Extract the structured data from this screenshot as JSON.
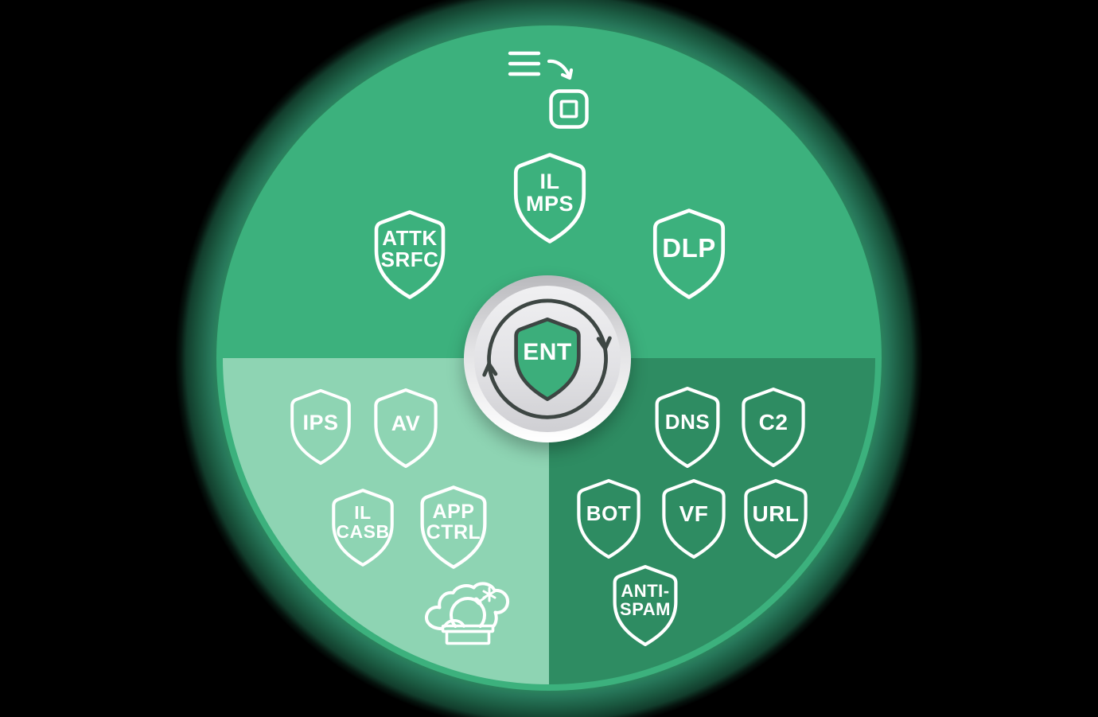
{
  "wheel": {
    "center": {
      "label": "ENT"
    },
    "sections": {
      "top": {
        "color": "#3cb17d",
        "shields": {
          "attk_srfc": "ATTK\nSRFC",
          "il_mps": "IL\nMPS",
          "dlp": "DLP"
        }
      },
      "bottom_left": {
        "color": "#8ed4b3",
        "shields": {
          "ips": "IPS",
          "av": "AV",
          "il_casb": "IL\nCASB",
          "app_ctrl": "APP\nCTRL"
        }
      },
      "bottom_right": {
        "color": "#2e8c62",
        "shields": {
          "dns": "DNS",
          "c2": "C2",
          "bot": "BOT",
          "vf": "VF",
          "url": "URL",
          "anti_spam": "ANTI-\nSPAM"
        }
      }
    },
    "icons": {
      "top": "traffic-flow-icon",
      "bottom_left": "cloud-sandbox-bomb-icon",
      "center": "sync-arrows-icon"
    },
    "colors": {
      "background": "#000000",
      "ring": "#1b5a41",
      "base_circle": "#3cb17d",
      "shield_outline": "#ffffff",
      "label_text": "#ffffff",
      "center_button_silver": "#e2e2e5",
      "center_shield_fill": "#3cae7b",
      "center_arrow_dark": "#3d4643"
    }
  }
}
